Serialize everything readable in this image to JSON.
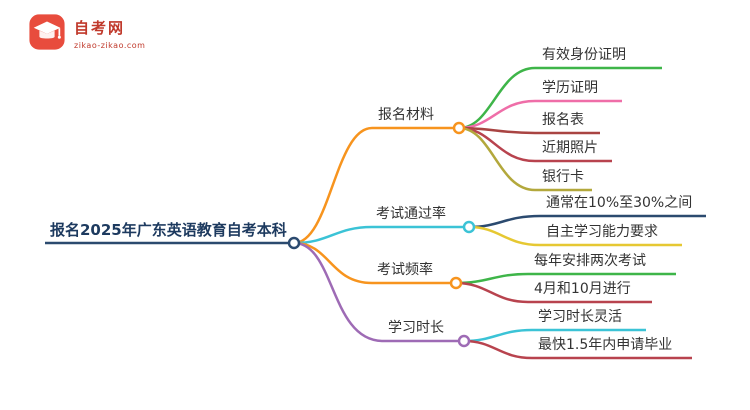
{
  "logo": {
    "title": "自考网",
    "subtitle": "zikao-zikao.com",
    "icon": "graduation-cap-icon",
    "brand_color": "#e84c3d"
  },
  "root": {
    "label": "报名2025年广东英语教育自考本科",
    "color": "#2b4a6f"
  },
  "branches": [
    {
      "label": "报名材料",
      "color": "#f7941e",
      "children": [
        {
          "label": "有效身份证明",
          "color": "#3eb549"
        },
        {
          "label": "学历证明",
          "color": "#ef6ea8"
        },
        {
          "label": "报名表",
          "color": "#a94442"
        },
        {
          "label": "近期照片",
          "color": "#b8434e"
        },
        {
          "label": "银行卡",
          "color": "#b3a83c"
        }
      ]
    },
    {
      "label": "考试通过率",
      "color": "#3bc3d6",
      "children": [
        {
          "label": "通常在10%至30%之间",
          "color": "#2b4a6f"
        },
        {
          "label": "自主学习能力要求",
          "color": "#e6c832"
        }
      ]
    },
    {
      "label": "考试频率",
      "color": "#f7941e",
      "children": [
        {
          "label": "每年安排两次考试",
          "color": "#3eb549"
        },
        {
          "label": "4月和10月进行",
          "color": "#b8434e"
        }
      ]
    },
    {
      "label": "学习时长",
      "color": "#9e6bb5",
      "children": [
        {
          "label": "学习时长灵活",
          "color": "#3bc3d6"
        },
        {
          "label": "最快1.5年内申请毕业",
          "color": "#b8434e"
        }
      ]
    }
  ]
}
